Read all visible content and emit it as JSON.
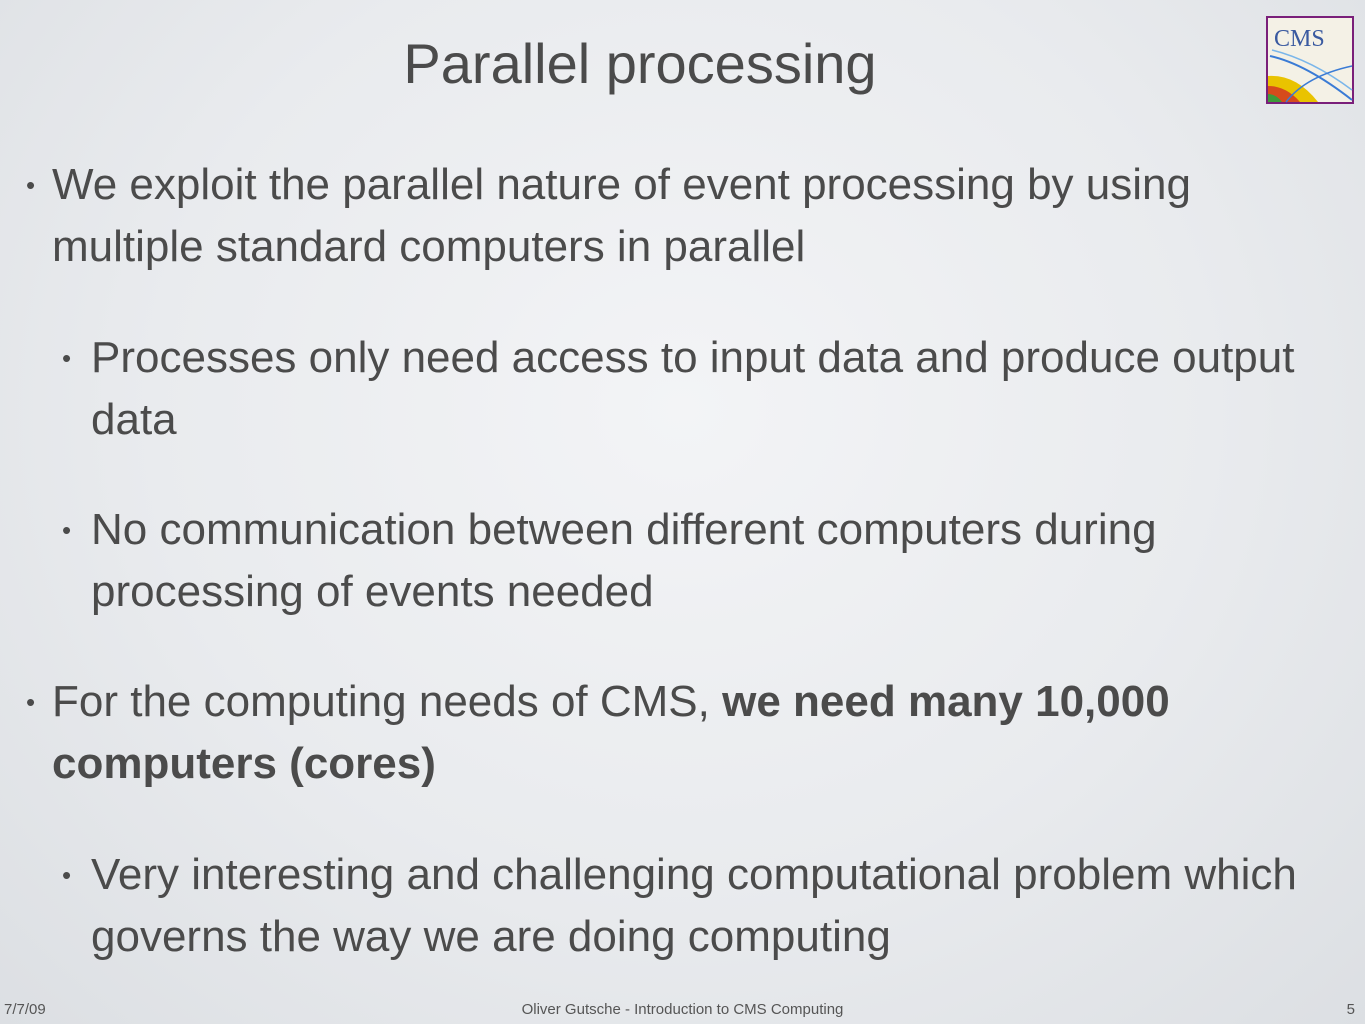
{
  "slide": {
    "title": "Parallel processing",
    "logo_text": "CMS",
    "bullets": [
      {
        "level": 1,
        "text": "We exploit the parallel nature of event processing by using multiple standard computers in parallel"
      },
      {
        "level": 2,
        "text": "Processes only need access to input data and produce output data"
      },
      {
        "level": 2,
        "text": "No communication between different computers during processing of events needed"
      },
      {
        "level": 1,
        "text_plain": "For the computing needs of CMS, ",
        "text_bold": "we need many 10,000 computers (cores)"
      },
      {
        "level": 2,
        "text": "Very interesting and challenging computational problem which governs the way we are doing computing"
      }
    ],
    "bullet_glyph": "•"
  },
  "footer": {
    "date": "7/7/09",
    "center": "Oliver Gutsche - Introduction to CMS Computing",
    "page_number": "5"
  },
  "colors": {
    "text": "#4b4b4b",
    "background": "#e9ebee",
    "logo_frame": "#7a1f7a"
  }
}
